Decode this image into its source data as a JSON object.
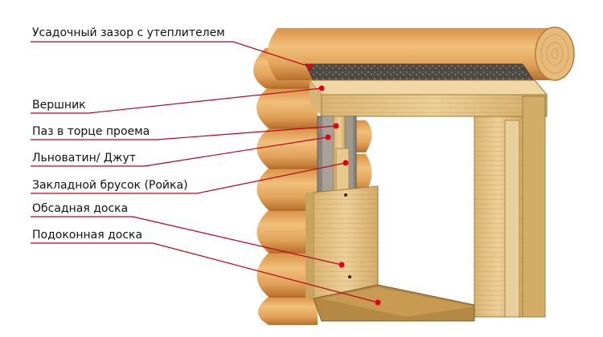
{
  "labels": [
    {
      "id": "shrink-gap",
      "text": "Усадочный зазор с утеплителем"
    },
    {
      "id": "header-beam",
      "text": "Вершник"
    },
    {
      "id": "groove",
      "text": "Паз в торце проема"
    },
    {
      "id": "flax-jute",
      "text": "Льноватин/ Джут"
    },
    {
      "id": "embedded-bar",
      "text": "Закладной брусок (Ройка)"
    },
    {
      "id": "casing-board",
      "text": "Обсадная доска"
    },
    {
      "id": "sill-board",
      "text": "Подоконная доска"
    }
  ],
  "colors": {
    "log_light": "#e6b26a",
    "log_dark": "#c07a35",
    "wood_board": "#e4c489",
    "wood_board_dark": "#c9a45e",
    "insulation": "#55504a",
    "groove": "#7e7a72",
    "leader": "#c0001b",
    "marker": "#e00018"
  }
}
